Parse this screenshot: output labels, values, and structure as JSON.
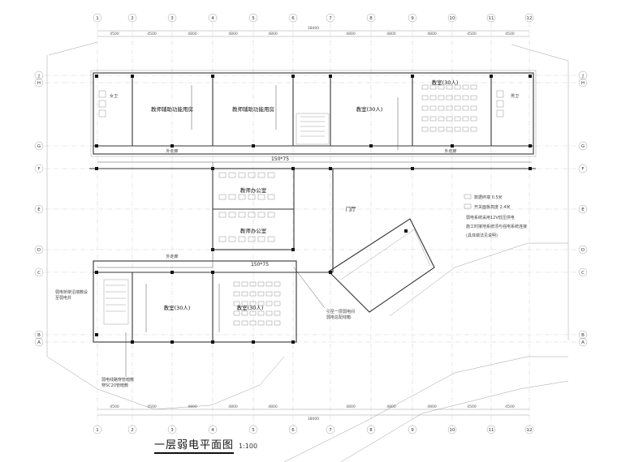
{
  "title": "一层弱电平面图",
  "scale": "1:100",
  "axes_top": [
    "1",
    "2",
    "3",
    "4",
    "5",
    "6",
    "7",
    "8",
    "9",
    "10",
    "11",
    "12"
  ],
  "axes_side": [
    "J",
    "H",
    "G",
    "F",
    "E",
    "D",
    "C",
    "B",
    "A"
  ],
  "dims_top": [
    "4500",
    "4500",
    "4800",
    "4800",
    "4800",
    "4800",
    "4800",
    "4800",
    "4500",
    "4500"
  ],
  "dim_total": "38400",
  "rooms": {
    "teacher_resource_1": "教师辅助功能用房",
    "teacher_resource_2": "教师辅助功能用房",
    "classroom_ne_a": "教室(30人)",
    "classroom_ne_b": "教室(30人)",
    "teacher_office_1": "教师办公室",
    "teacher_office_2": "教师办公室",
    "hall": "门厅",
    "classroom_sw_a": "教室(30人)",
    "classroom_sw_b": "教室(30人)",
    "toilet_female": "女卫",
    "toilet_male": "男卫",
    "corridor_1": "外走廊",
    "corridor_2": "外走廊",
    "corridor_3": "外走廊"
  },
  "tray_labels": [
    "150*75",
    "150*75"
  ],
  "legend": {
    "items": [
      "数据终端    0.5米",
      "开关面板高度  2.4米",
      "弱电系统采用12V低压供电",
      "施工时接地系统须与强电系统连接",
      "(具体做法见说明)"
    ]
  },
  "notes": {
    "left_a": "弱电桥架沿墙敷设",
    "left_b": "至弱电井",
    "bottom_a": "弱电线路穿管暗敷",
    "bottom_b": "穿SC20管暗敷",
    "right_a": "引至一层弱电间",
    "right_b": "弱电总配线箱"
  }
}
